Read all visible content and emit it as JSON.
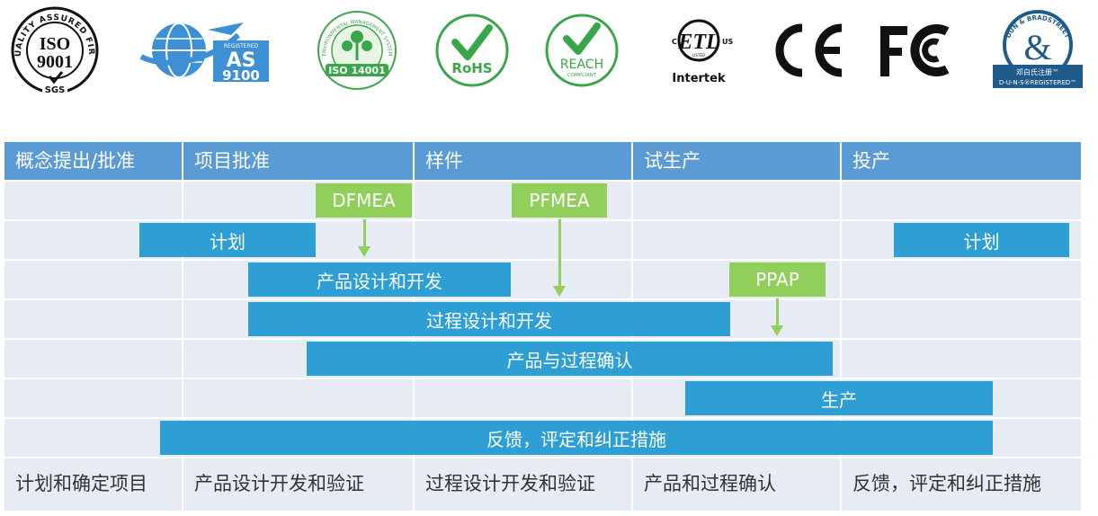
{
  "logos": [
    {
      "icon": "iso-9001-sgs-seal-icon",
      "ring_text": "QUALITY ASSURED FIRM",
      "line1": "ISO",
      "line2": "9001",
      "mark": "SGS"
    },
    {
      "icon": "as9100-globe-plane-icon",
      "small": "REGISTERED",
      "big": "AS",
      "num": "9100"
    },
    {
      "icon": "iso-14001-leaf-icon",
      "ring_text": "ENVIRONMENTAL MANAGEMENT SYSTEM",
      "label": "ISO 14001"
    },
    {
      "icon": "rohs-check-icon",
      "label": "RoHS"
    },
    {
      "icon": "reach-check-icon",
      "label": "REACH",
      "sub": "COMPLIANT"
    },
    {
      "icon": "etl-intertek-icon",
      "mark": "ETL",
      "c": "C",
      "us": "US",
      "listed": "LISTED",
      "label": "Intertek"
    },
    {
      "icon": "ce-mark-icon",
      "label": "CE"
    },
    {
      "icon": "fcc-mark-icon",
      "label": "FC"
    },
    {
      "icon": "dun-bradstreet-icon",
      "ring_text": "DUN & BRADSTREET",
      "cn": "邓白氏注册™",
      "label": "D-U-N-S®REGISTERED™"
    }
  ],
  "phases": [
    "概念提出/批准",
    "项目批准",
    "样件",
    "试生产",
    "投产"
  ],
  "tasks": {
    "dfmea": "DFMEA",
    "pfmea": "PFMEA",
    "ppap": "PPAP",
    "plan_left": "计划",
    "plan_right": "计划",
    "product_design": "产品设计和开发",
    "process_design": "过程设计和开发",
    "validation": "产品与过程确认",
    "production": "生产",
    "feedback": "反馈，评定和纠正措施"
  },
  "outputs": [
    "计划和确定项目",
    "产品设计开发和验证",
    "过程设计开发和验证",
    "产品和过程确认",
    "反馈，评定和纠正措施"
  ],
  "colors": {
    "header": "#5b9bd5",
    "row": "#e6ebf4",
    "bar": "#2e9fd4",
    "milestone": "#8fcf5a"
  }
}
